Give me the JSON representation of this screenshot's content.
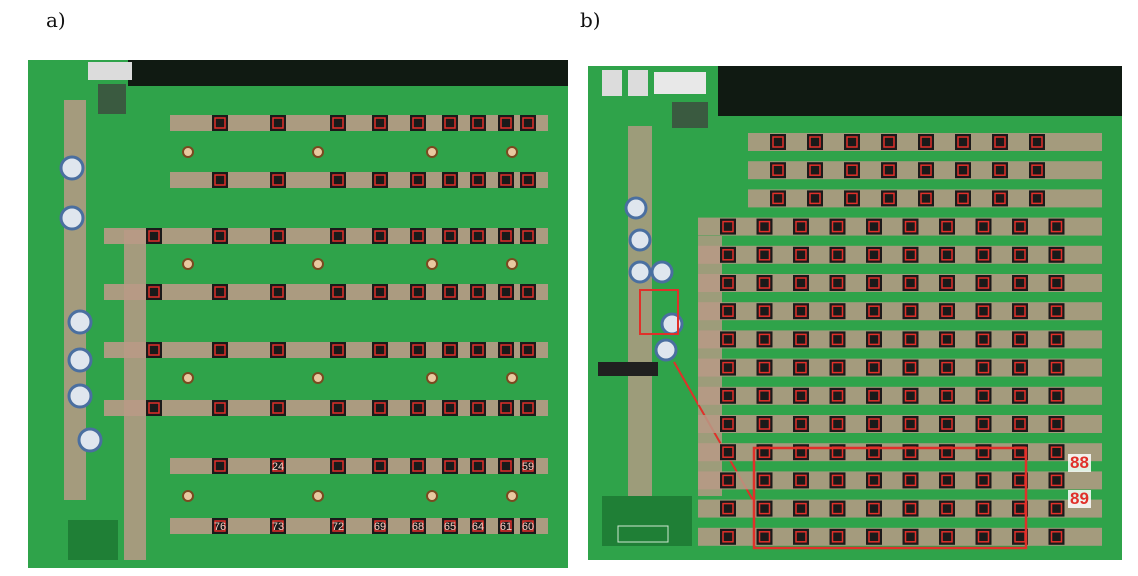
{
  "labels": {
    "a": "a)",
    "b": "b)"
  },
  "colors": {
    "pcb": "#2fa34a",
    "pcb_dark": "#1f7f36",
    "copper": "#b99a86",
    "chip": "#1a1a1a",
    "chip_mark": "#e0302a",
    "highlight": "#e0302a",
    "bg_top": "#101a12"
  },
  "board_a": {
    "description_icon": "hashboard-photo",
    "row_numbers": [
      [],
      [],
      [],
      [],
      [],
      [],
      [],
      [
        "24",
        "59"
      ],
      [
        "76",
        "73",
        "72",
        "69",
        "68",
        "65",
        "64",
        "61",
        "60"
      ]
    ]
  },
  "board_b": {
    "description_icon": "hashboard-photo",
    "callouts": [
      "88",
      "89"
    ]
  }
}
